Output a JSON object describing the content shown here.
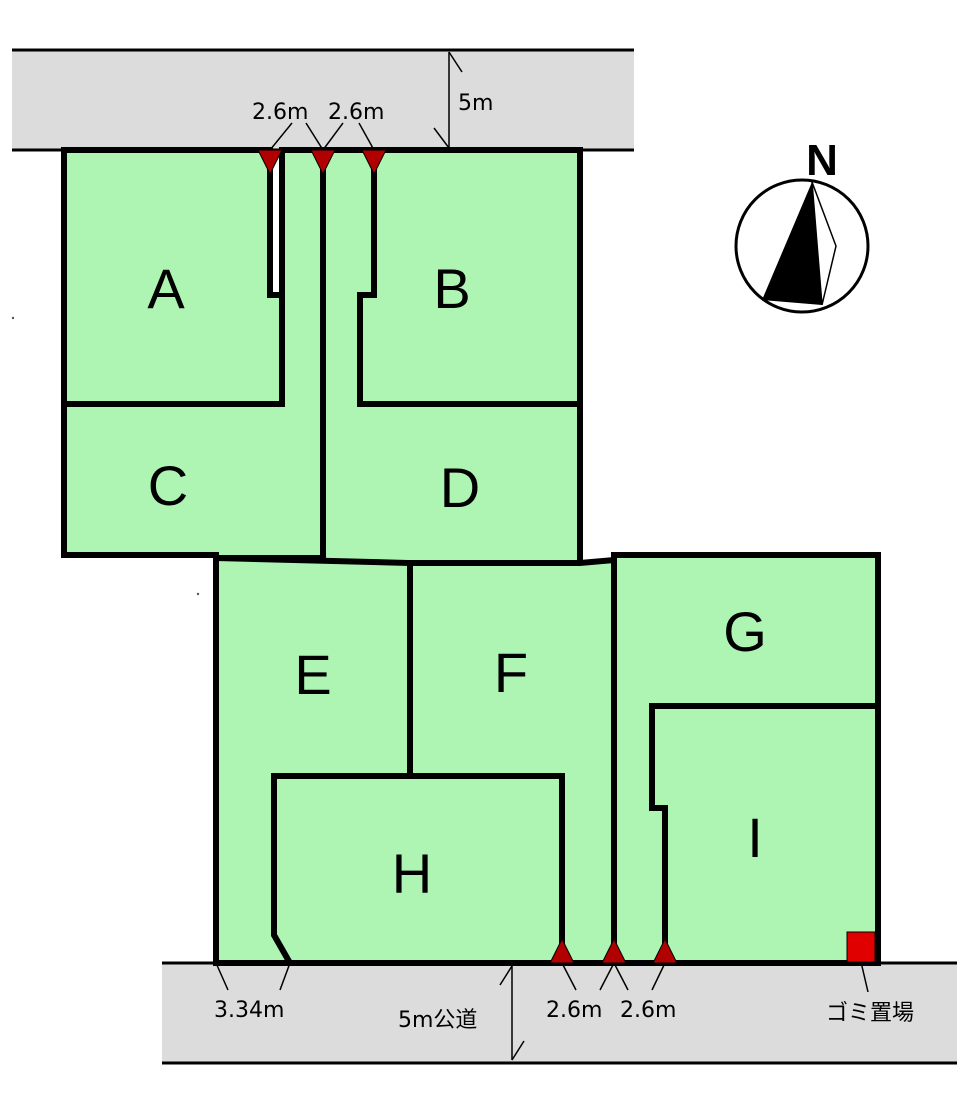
{
  "lots": {
    "a": "A",
    "b": "B",
    "c": "C",
    "d": "D",
    "e": "E",
    "f": "F",
    "g": "G",
    "h": "H",
    "i": "I"
  },
  "north_road": {
    "width_label": "5m",
    "driveway_1": "2.6m",
    "driveway_2": "2.6m"
  },
  "south_road": {
    "name_label": "5m公道",
    "frontage_label": "3.34m",
    "driveway_1": "2.6m",
    "driveway_2": "2.6m",
    "garbage_label": "ゴミ置場"
  },
  "compass": {
    "label": "N"
  },
  "colors": {
    "lot_fill": "#aef5b4",
    "road_fill": "#dcdcdc",
    "marker": "#b00000",
    "garbage": "#e00000"
  }
}
